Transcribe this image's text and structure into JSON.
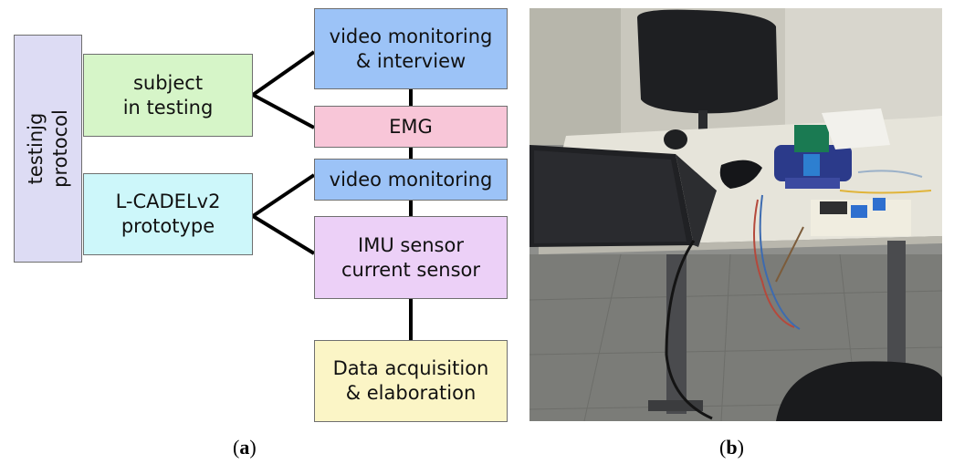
{
  "diagram": {
    "protocol_label": "testinjg\nprotocol",
    "subject_label": "subject\nin testing",
    "prototype_label": "L-CADELv2\nprototype",
    "video_interview_label": "video monitoring\n& interview",
    "emg_label": "EMG",
    "video_monitoring_label": "video monitoring",
    "sensors_label": "IMU sensor\ncurrent sensor",
    "data_label": "Data acquisition\n& elaboration"
  },
  "colors": {
    "protocol": "#dddcf4",
    "subject": "#d6f5c8",
    "prototype": "#cdf7fa",
    "blue": "#9cc3f7",
    "pink": "#f8c6d8",
    "purple": "#ecd0f7",
    "yellow": "#fbf5c6"
  },
  "captions": {
    "left": "a",
    "right": "b"
  }
}
